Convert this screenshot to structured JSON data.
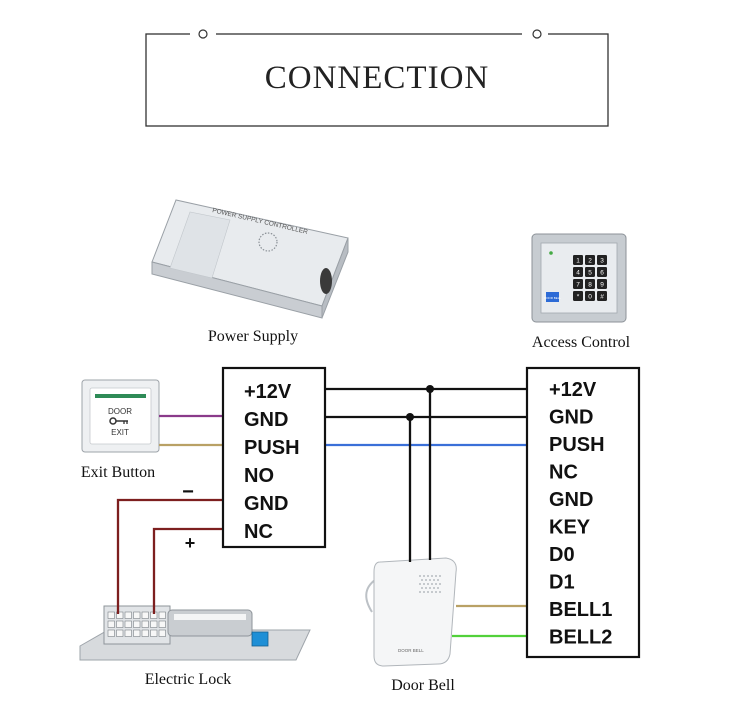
{
  "header": {
    "title": "CONNECTION"
  },
  "devices": {
    "power_supply": {
      "caption": "Power Supply",
      "label_text": "POWER SUPPLY CONTROLLER"
    },
    "access_control": {
      "caption": "Access Control",
      "keys": [
        "1",
        "2",
        "3",
        "4",
        "5",
        "6",
        "7",
        "8",
        "9",
        "*",
        "0",
        "#"
      ],
      "badge_text": "DOOR BELL"
    },
    "exit_button": {
      "caption": "Exit Button",
      "line1": "DOOR",
      "line2": "EXIT"
    },
    "electric_lock": {
      "caption": "Electric Lock"
    },
    "door_bell": {
      "caption": "Door Bell",
      "label_text": "DOOR BELL"
    }
  },
  "power_terminals": [
    "+12V",
    "GND",
    "PUSH",
    "NO",
    "GND",
    "NC"
  ],
  "access_terminals": [
    "+12V",
    "GND",
    "PUSH",
    "NC",
    "GND",
    "KEY",
    "D0",
    "D1",
    "BELL1",
    "BELL2"
  ],
  "polarity": {
    "minus": "−",
    "plus": "+"
  },
  "colors": {
    "power_wire": "#111111",
    "push_wire": "#3a6fd8",
    "exit_wire_gnd": "#8a3a8a",
    "exit_wire_push": "#b9a165",
    "lock_wire": "#7d1f1f",
    "bell1_wire": "#b9a165",
    "bell2_wire": "#52d13a"
  }
}
